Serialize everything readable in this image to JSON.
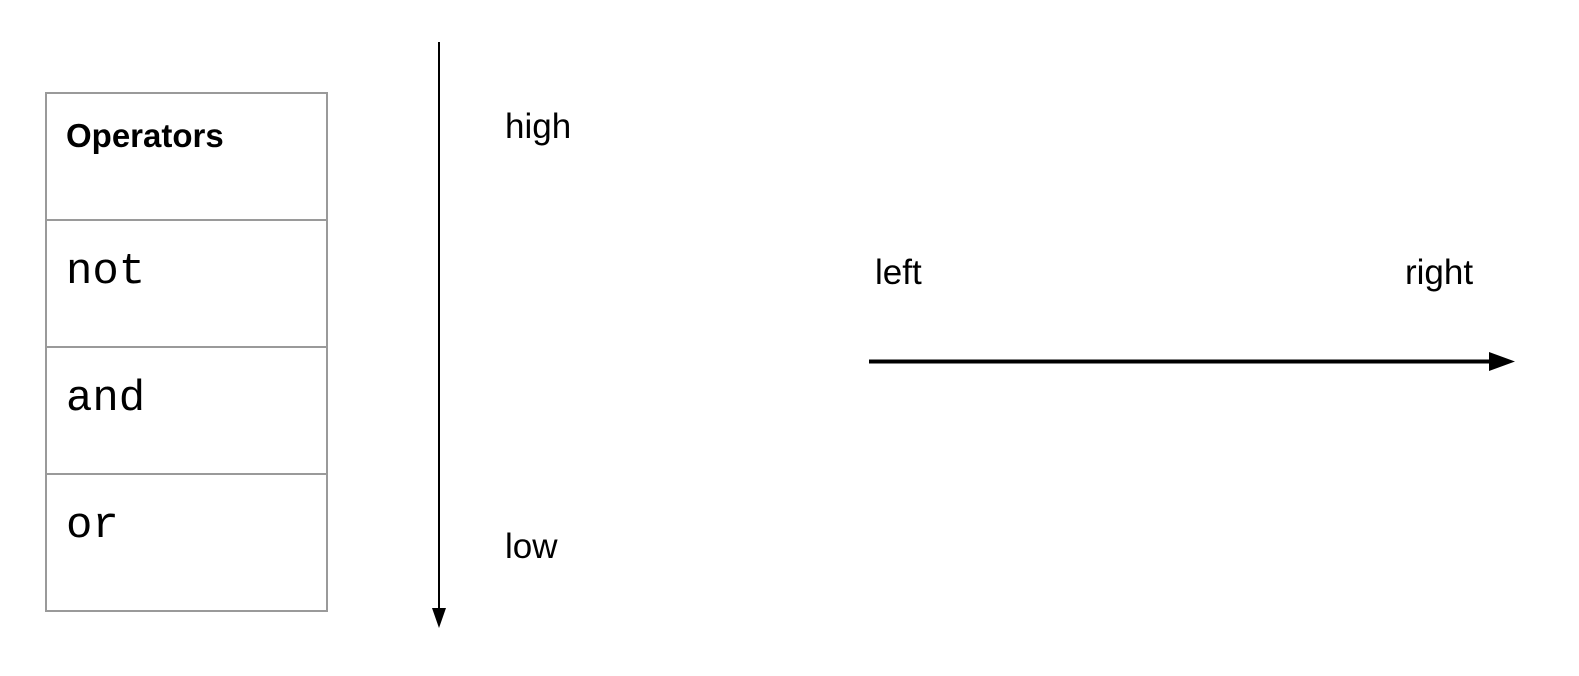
{
  "table": {
    "header": "Operators",
    "rows": [
      "not",
      "and",
      "or"
    ]
  },
  "precedence_axis": {
    "top_label": "high",
    "bottom_label": "low"
  },
  "associativity_axis": {
    "start_label": "left",
    "end_label": "right"
  },
  "colors": {
    "text": "#000000",
    "table_border": "#9a9a9a",
    "arrow": "#000000",
    "background": "#ffffff"
  }
}
